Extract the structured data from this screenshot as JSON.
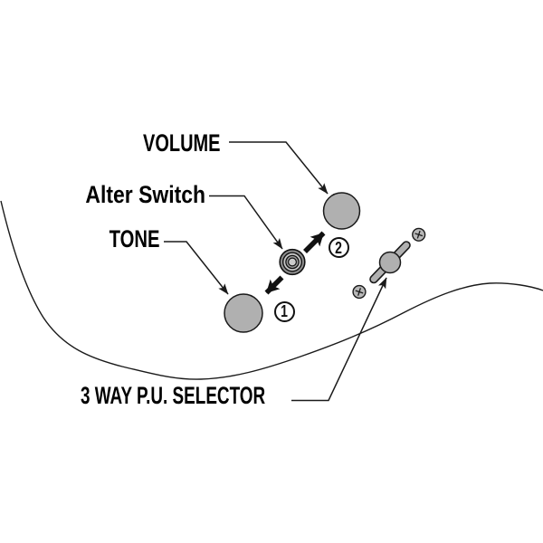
{
  "diagram": {
    "labels": {
      "volume": "VOLUME",
      "alter_switch": "Alter Switch",
      "tone": "TONE",
      "selector": "3 WAY P.U. SELECTOR"
    },
    "step_markers": [
      {
        "number": "1"
      },
      {
        "number": "2"
      }
    ],
    "colors": {
      "background": "#ffffff",
      "line": "#1a1a1a",
      "text": "#000000",
      "knob_fill": "#b0b0b0",
      "switch_ring_dark": "#8d8d8d",
      "switch_ring_light": "#c6c6c6",
      "switch_center": "#cccccc"
    }
  }
}
